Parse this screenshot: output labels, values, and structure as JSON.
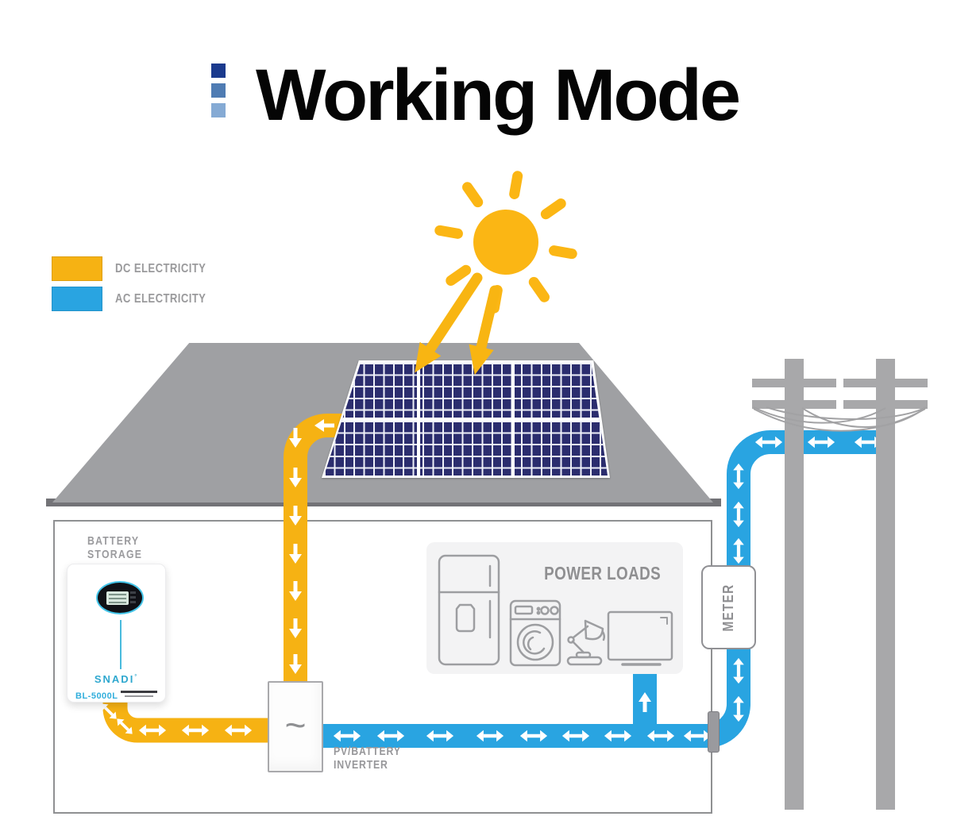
{
  "title": {
    "text": "Working Mode",
    "squares": [
      "#1b3a8d",
      "#4f7cb3",
      "#85aad4"
    ]
  },
  "legend": {
    "items": [
      {
        "label": "DC ELECTRICITY",
        "color": "#f6b213"
      },
      {
        "label": "AC ELECTRICITY",
        "color": "#29a4e1"
      }
    ]
  },
  "diagram": {
    "battery": {
      "label_line1": "BATTERY",
      "label_line2": "STORAGE",
      "brand": "SNADI",
      "brand_mark": "°",
      "model": "BL-5000L"
    },
    "inverter": {
      "label_line1": "PV/BATTERY",
      "label_line2": "INVERTER",
      "symbol": "~"
    },
    "meter": {
      "label": "METER"
    },
    "loads": {
      "label": "POWER LOADS"
    },
    "flows": {
      "dc_color": "#f6b213",
      "ac_color": "#29a4e1"
    }
  }
}
